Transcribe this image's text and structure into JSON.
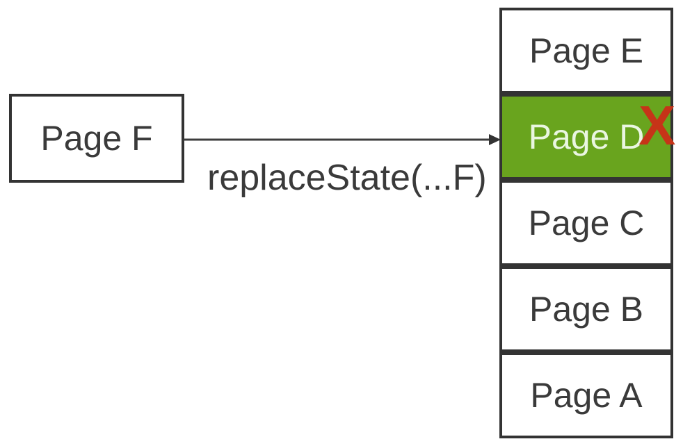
{
  "diagram": {
    "source_box": {
      "label": "Page F"
    },
    "arrow": {
      "label": "replaceState(...F)"
    },
    "stack": {
      "items": [
        {
          "label": "Page E",
          "highlighted": false
        },
        {
          "label": "Page D",
          "highlighted": true,
          "marker": "X",
          "marker_icon": "delete-x-icon"
        },
        {
          "label": "Page C",
          "highlighted": false
        },
        {
          "label": "Page B",
          "highlighted": false
        },
        {
          "label": "Page A",
          "highlighted": false
        }
      ]
    },
    "colors": {
      "highlight_green": "#69a41e",
      "highlight_text": "#eaf6e1",
      "delete_x_red": "#c63418",
      "box_border": "#333333",
      "text_dark": "#3a3a3a",
      "arrow_stroke": "#3d3d3d"
    }
  }
}
